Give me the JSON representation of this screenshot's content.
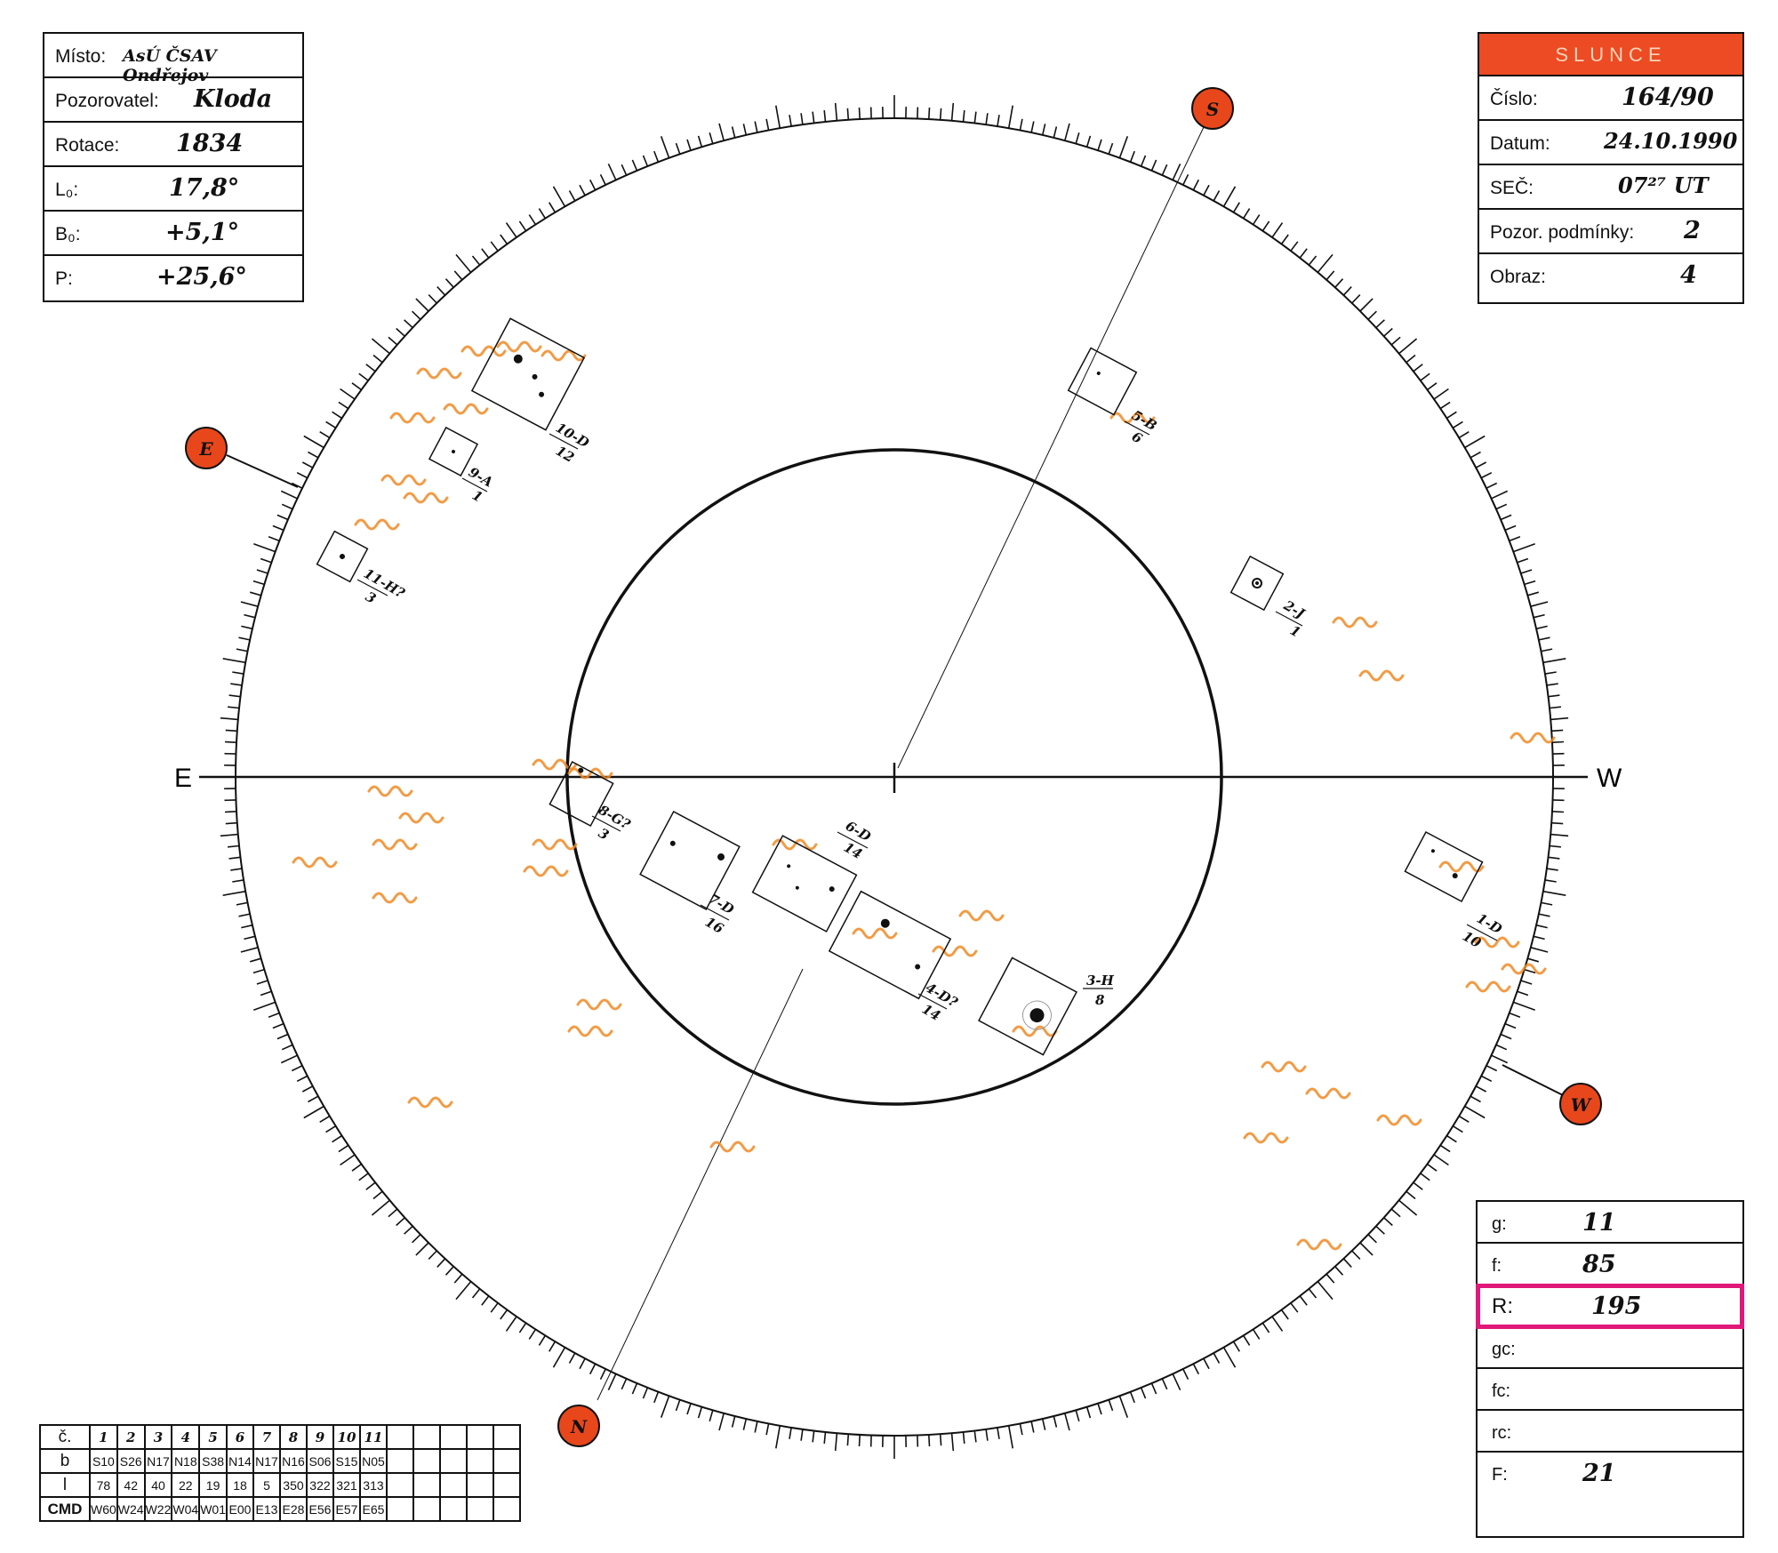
{
  "info_left": {
    "rows": [
      {
        "label": "Místo:",
        "value": "AsÚ ČSAV Ondřejov"
      },
      {
        "label": "Pozorovatel:",
        "value": "Kloda"
      },
      {
        "label": "Rotace:",
        "value": "1834"
      },
      {
        "label": "L₀:",
        "value": "17,8°"
      },
      {
        "label": "B₀:",
        "value": "+5,1°"
      },
      {
        "label": "P:",
        "value": "+25,6°"
      }
    ]
  },
  "info_right": {
    "header": "SLUNCE",
    "rows": [
      {
        "label": "Číslo:",
        "value": "164/90"
      },
      {
        "label": "Datum:",
        "value": "24.10.1990"
      },
      {
        "label": "SEČ:",
        "value": "07²⁷ UT"
      },
      {
        "label": "Pozor. podmínky:",
        "value": "2"
      },
      {
        "label": "Obraz:",
        "value": "4"
      }
    ]
  },
  "directions": {
    "east": "E",
    "west": "W",
    "south_marker": "S",
    "north_marker": "N",
    "east_marker": "E",
    "west_marker": "W"
  },
  "groups": [
    {
      "label": "1-D",
      "count": "10"
    },
    {
      "label": "2-J",
      "count": "1"
    },
    {
      "label": "3-H",
      "count": "8"
    },
    {
      "label": "4-D?",
      "count": "14"
    },
    {
      "label": "5-B",
      "count": "6"
    },
    {
      "label": "6-D",
      "count": "14"
    },
    {
      "label": "7-D",
      "count": "16"
    },
    {
      "label": "8-G?",
      "count": "3"
    },
    {
      "label": "9-A",
      "count": "1"
    },
    {
      "label": "10-D",
      "count": "12"
    },
    {
      "label": "11-H?",
      "count": "3"
    }
  ],
  "results": {
    "rows": [
      {
        "label": "g:",
        "value": "11"
      },
      {
        "label": "f:",
        "value": "85"
      },
      {
        "label": "R:",
        "value": "195"
      },
      {
        "label": "gc:",
        "value": ""
      },
      {
        "label": "fc:",
        "value": ""
      },
      {
        "label": "rc:",
        "value": ""
      },
      {
        "label": "F:",
        "value": "21"
      }
    ],
    "highlight_color": "#e0187a"
  },
  "table": {
    "row_headers": [
      "č.",
      "b",
      "l",
      "CMD"
    ],
    "numbers": [
      "1",
      "2",
      "3",
      "4",
      "5",
      "6",
      "7",
      "8",
      "9",
      "10",
      "11"
    ],
    "b": [
      "S10",
      "S26",
      "N17",
      "N18",
      "S38",
      "N14",
      "N17",
      "N16",
      "S06",
      "S15",
      "N05"
    ],
    "l": [
      "78",
      "42",
      "40",
      "22",
      "19",
      "18",
      "5",
      "350",
      "322",
      "321",
      "313"
    ],
    "cmd": [
      "W60",
      "W24",
      "W22",
      "W04",
      "W01",
      "E00",
      "E13",
      "E28",
      "E56",
      "E57",
      "E65"
    ]
  },
  "colors": {
    "facula": "#f08a24",
    "marker": "#e8471c",
    "ink": "#111111"
  }
}
